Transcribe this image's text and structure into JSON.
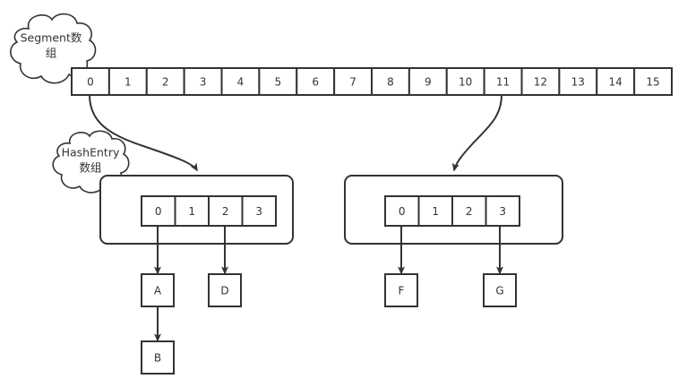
{
  "diagram": {
    "title_clouds": [
      {
        "id": "segment-array-cloud",
        "line1": "Segment数",
        "line2": "组"
      },
      {
        "id": "hashentry-array-cloud",
        "line1": "HashEntry",
        "line2": "数组"
      }
    ],
    "segment_array": {
      "name": "segment-array",
      "cells": [
        "0",
        "1",
        "2",
        "3",
        "4",
        "5",
        "6",
        "7",
        "8",
        "9",
        "10",
        "11",
        "12",
        "13",
        "14",
        "15"
      ]
    },
    "hashentry_tables": [
      {
        "name": "hashentry-table-left",
        "source_index": "0",
        "cells": [
          "0",
          "1",
          "2",
          "3"
        ],
        "entries": [
          {
            "name": "entry-node-a",
            "label": "A",
            "from_cell": "0"
          },
          {
            "name": "entry-node-d",
            "label": "D",
            "from_cell": "2"
          }
        ],
        "chained": [
          {
            "name": "entry-node-b",
            "label": "B",
            "from": "A"
          }
        ]
      },
      {
        "name": "hashentry-table-right",
        "source_index": "11",
        "cells": [
          "0",
          "1",
          "2",
          "3"
        ],
        "entries": [
          {
            "name": "entry-node-f",
            "label": "F",
            "from_cell": "0"
          },
          {
            "name": "entry-node-g",
            "label": "G",
            "from_cell": "3"
          }
        ],
        "chained": []
      }
    ],
    "colors": {
      "stroke": "#333333",
      "fill": "#ffffff",
      "background": "#ffffff"
    }
  }
}
